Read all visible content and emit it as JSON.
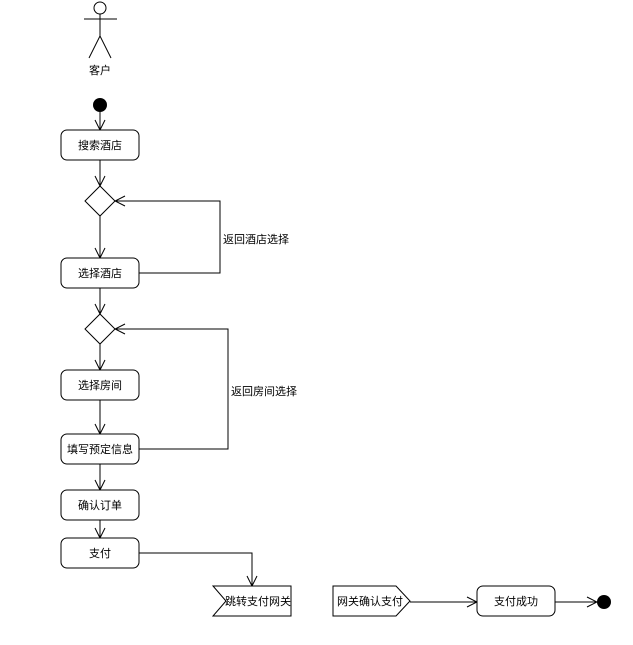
{
  "actor": {
    "label": "客户"
  },
  "nodes": {
    "search_hotel": "搜索酒店",
    "select_hotel": "选择酒店",
    "select_room": "选择房间",
    "fill_booking": "填写预定信息",
    "confirm_order": "确认订单",
    "pay": "支付",
    "redirect_gateway": "跳转支付网关",
    "gateway_confirm": "网关确认支付",
    "pay_success": "支付成功"
  },
  "loops": {
    "back_hotel": "返回酒店选择",
    "back_room": "返回房间选择"
  }
}
